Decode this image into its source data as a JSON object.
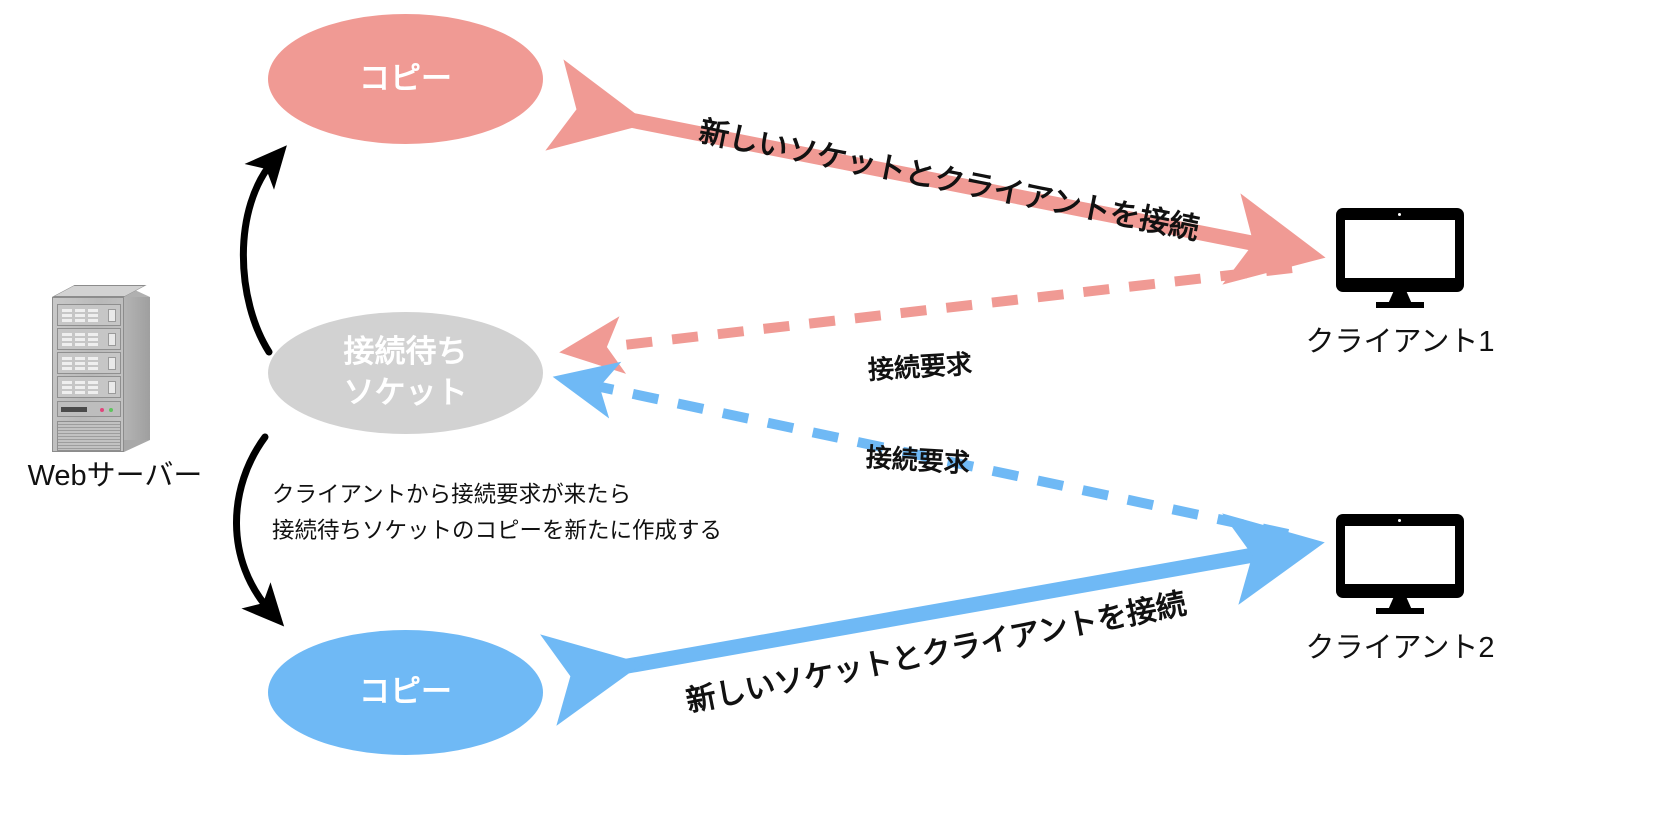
{
  "diagram": {
    "title": "Web server socket duplication diagram",
    "colors": {
      "pink": "#F09A94",
      "blue": "#6FB9F5",
      "gray": "#D2D2D2",
      "black": "#000000",
      "background": "#FFFFFF"
    },
    "server": {
      "label": "Webサーバー",
      "icon": "server-tower-icon"
    },
    "sockets": [
      {
        "id": "copy-top",
        "label": "コピー",
        "color": "#F09A94"
      },
      {
        "id": "listening",
        "label_line1": "接続待ち",
        "label_line2": "ソケット",
        "color": "#D2D2D2"
      },
      {
        "id": "copy-bottom",
        "label": "コピー",
        "color": "#6FB9F5"
      }
    ],
    "clients": [
      {
        "id": "client1",
        "label": "クライアント1",
        "icon": "desktop-monitor-icon"
      },
      {
        "id": "client2",
        "label": "クライアント2",
        "icon": "desktop-monitor-icon"
      }
    ],
    "arrows": [
      {
        "id": "new-socket-client1",
        "label": "新しいソケットとクライアントを接続",
        "style": "solid",
        "color": "#F09A94",
        "double_headed": true
      },
      {
        "id": "request-client1",
        "label": "接続要求",
        "style": "dashed",
        "color": "#F09A94",
        "double_headed": false
      },
      {
        "id": "request-client2",
        "label": "接続要求",
        "style": "dashed",
        "color": "#6FB9F5",
        "double_headed": false
      },
      {
        "id": "new-socket-client2",
        "label": "新しいソケットとクライアントを接続",
        "style": "solid",
        "color": "#6FB9F5",
        "double_headed": true
      },
      {
        "id": "duplicate-up",
        "label": "",
        "style": "curved-solid",
        "color": "#000000"
      },
      {
        "id": "duplicate-down",
        "label": "",
        "style": "curved-solid",
        "color": "#000000"
      }
    ],
    "caption": "クライアントから接続要求が来たら\n接続待ちソケットのコピーを新たに作成する"
  }
}
